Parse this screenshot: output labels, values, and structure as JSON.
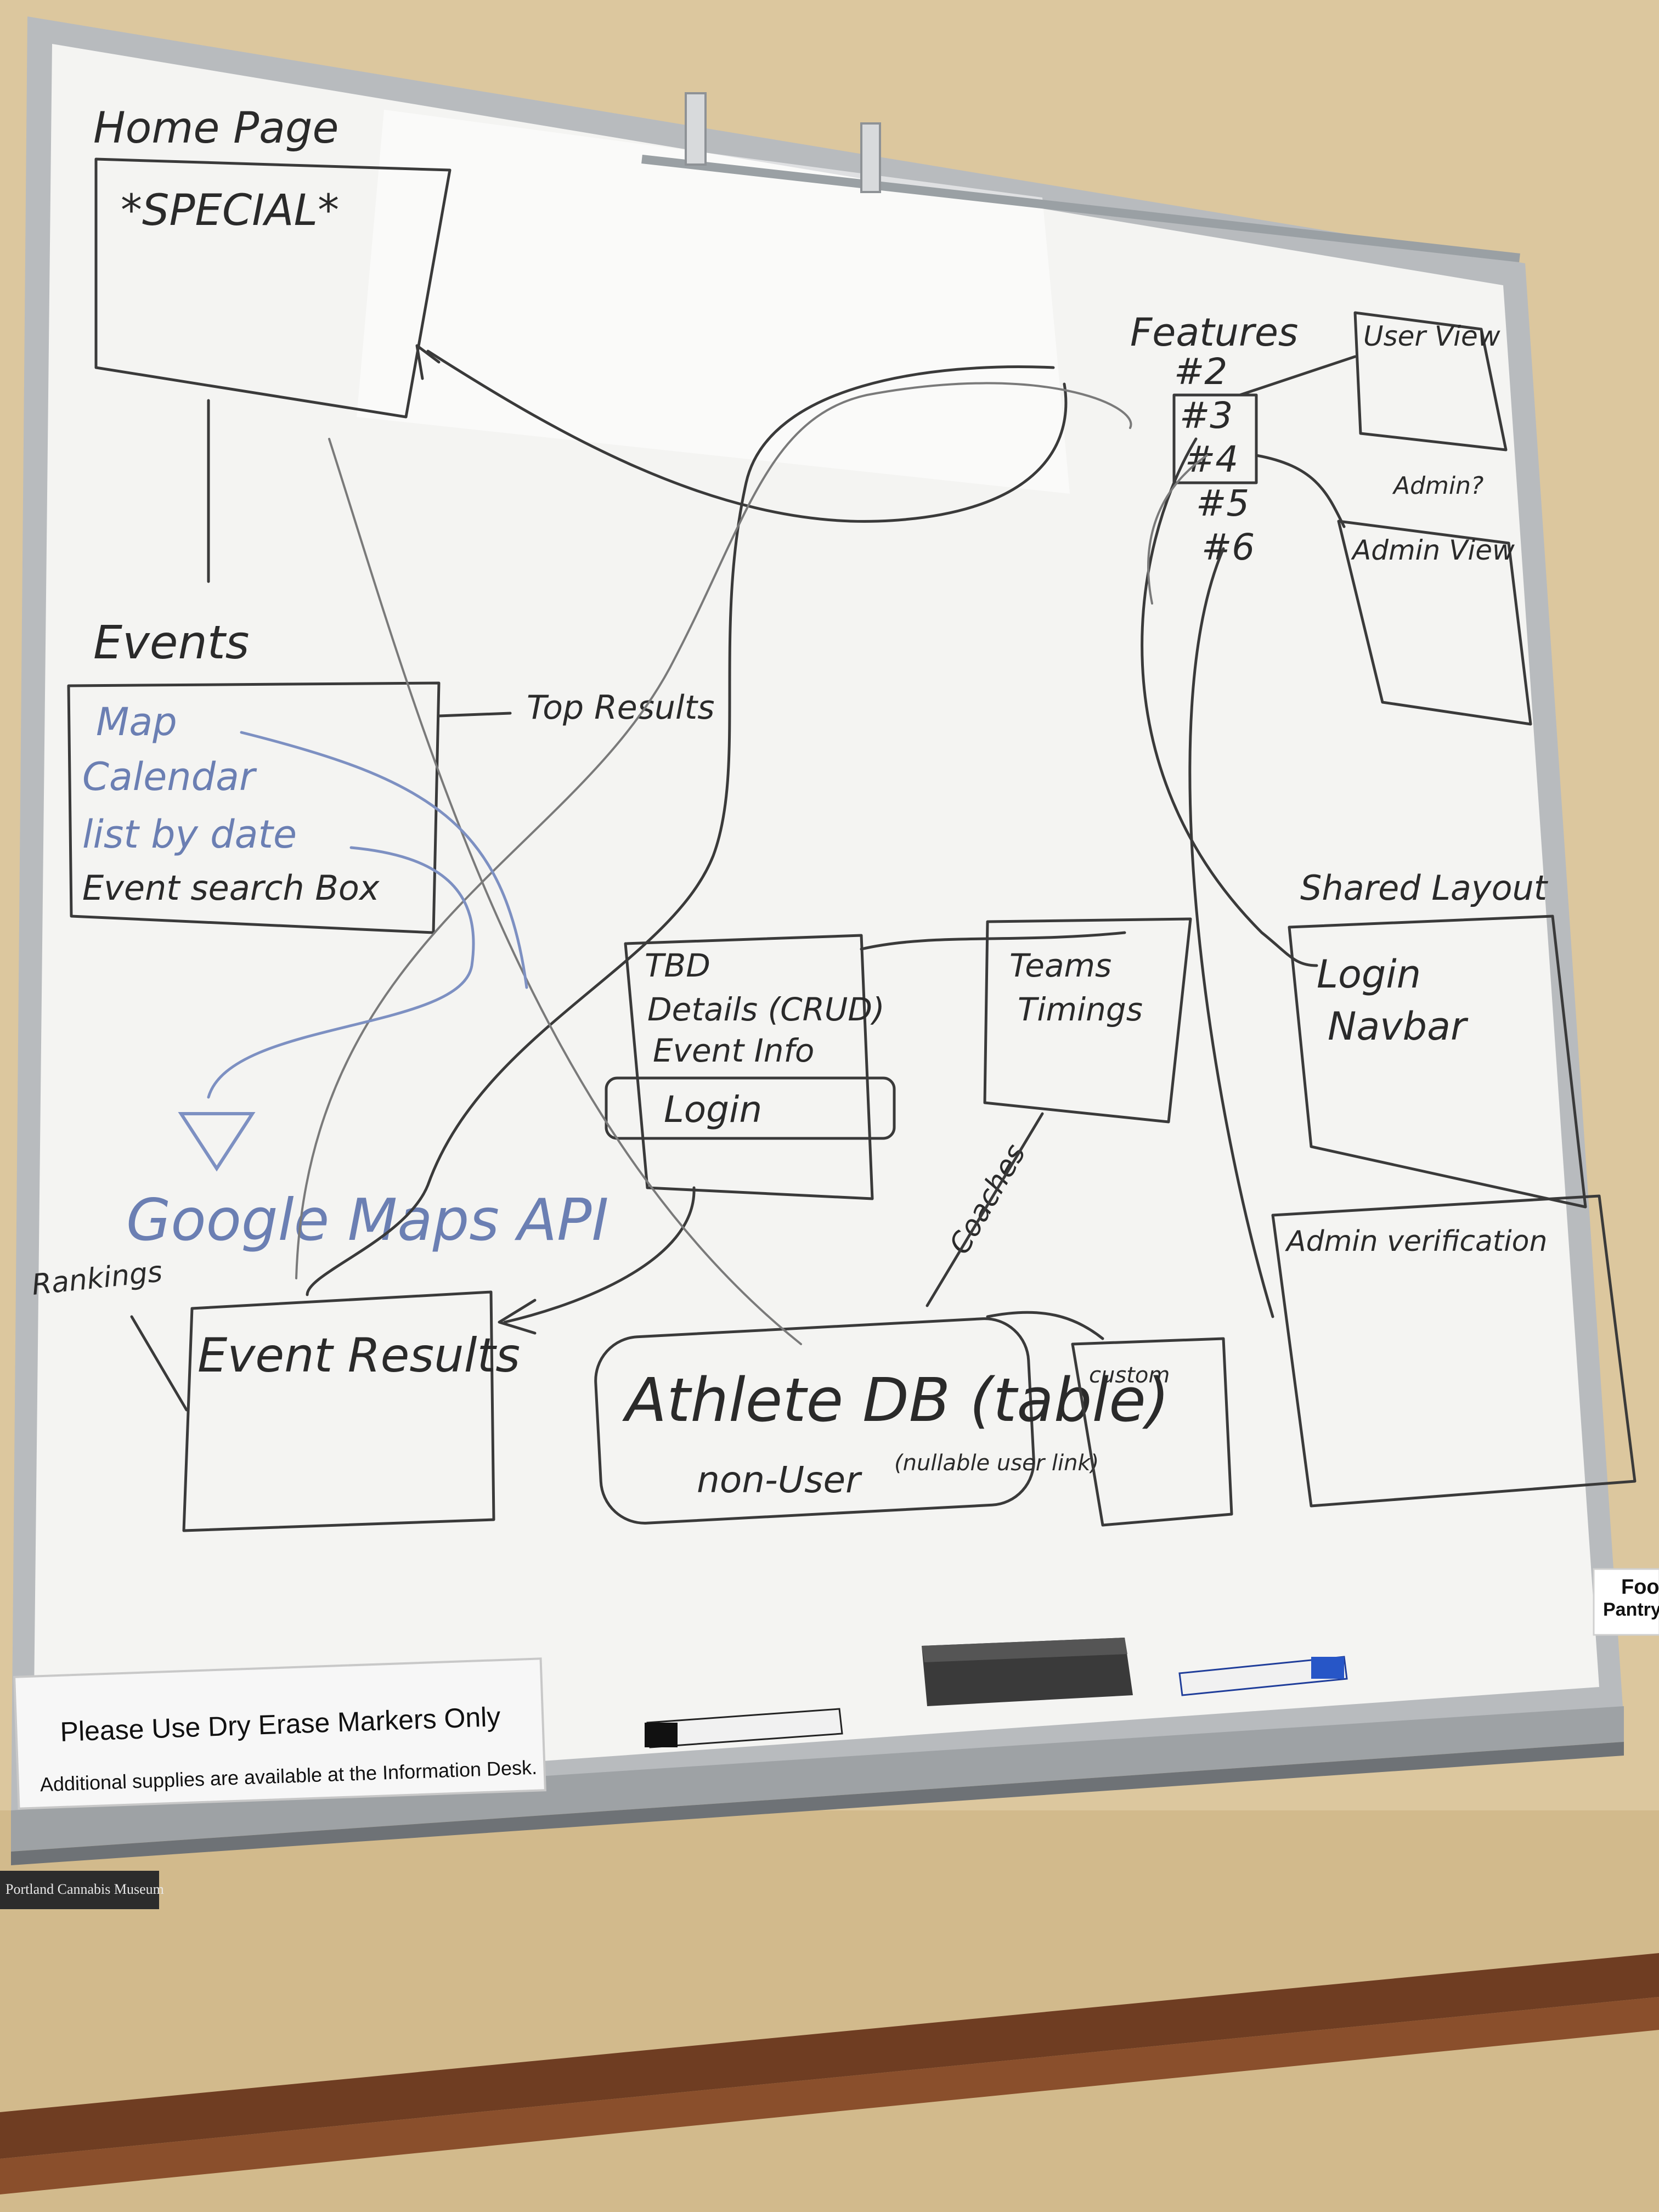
{
  "whiteboard": {
    "home_page": {
      "title": "Home Page",
      "special": "*SPECIAL*"
    },
    "features": {
      "title": "Features",
      "items": [
        "#2",
        "#3",
        "#4",
        "#5",
        "#6"
      ]
    },
    "user_view": {
      "label": "User View"
    },
    "admin_question": "Admin?",
    "admin_view": {
      "label": "Admin View"
    },
    "events": {
      "title": "Events",
      "items_blue": [
        "Map",
        "Calendar",
        "list by date"
      ],
      "items_black": [
        "Event search Box"
      ]
    },
    "top_results": "Top Results",
    "center_box": {
      "lines": [
        "TBD",
        "Details (CRUD)",
        "Event Info"
      ],
      "login": "Login"
    },
    "teams_box": {
      "lines": [
        "Teams",
        "Timings"
      ]
    },
    "shared_layout": {
      "title": "Shared Layout",
      "lines": [
        "Login",
        "Navbar"
      ]
    },
    "google_maps": "Google Maps API",
    "rankings": "Rankings",
    "event_results": "Event Results",
    "coaches": "Coaches",
    "admin_verification": "Admin verification",
    "athlete_db": {
      "title": "Athlete DB (table)",
      "sub": "non-User",
      "note": "(nullable user link)"
    },
    "custom_box": "custom"
  },
  "sign": {
    "line1": "Please Use Dry Erase Markers Only",
    "line2": "Additional supplies are available at the Information Desk."
  },
  "food_pantry": {
    "line1": "Food",
    "line2": "Pantry"
  },
  "plaque": "Portland Cannabis Museum",
  "colors": {
    "wall": "#dcc79f",
    "board": "#f3f3f1",
    "frame": "#b9bcbf",
    "trim": "#6b3a1f",
    "marker_blue": "#7d90c2"
  }
}
